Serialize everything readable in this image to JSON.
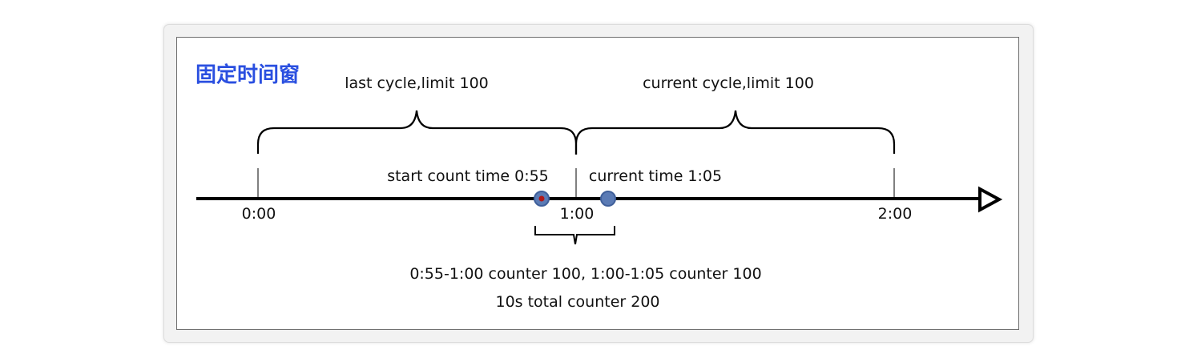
{
  "title": "固定时间窗",
  "colors": {
    "title": "#2a4fe0",
    "line": "#000000",
    "dot_fill": "#5b7bb5",
    "dot_stroke": "#3f5f9a",
    "dot_center": "#b01818"
  },
  "cycles": {
    "last": "last cycle,limit 100",
    "current": "current cycle,limit 100"
  },
  "ticks": {
    "t0": "0:00",
    "t1": "1:00",
    "t2": "2:00"
  },
  "markers": {
    "start": "start count time 0:55",
    "current": "current time 1:05"
  },
  "notes": {
    "line1": "0:55-1:00 counter 100, 1:00-1:05 counter 100",
    "line2": "10s total counter 200"
  }
}
